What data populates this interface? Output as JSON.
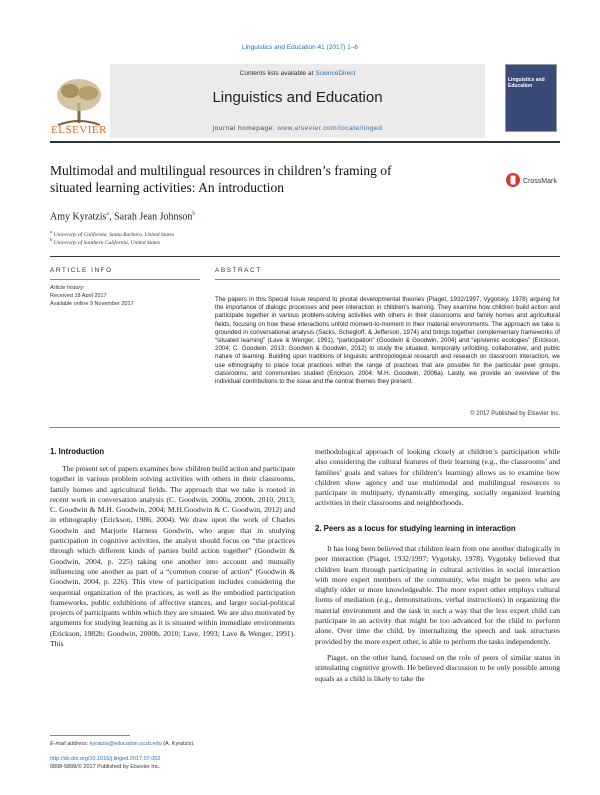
{
  "header": {
    "journal_citation": "Linguistics and Education 41 (2017) 1–6",
    "contents_prefix": "Contents lists available at",
    "contents_link": "ScienceDirect",
    "journal_title": "Linguistics and Education",
    "homepage_prefix": "journal homepage:",
    "homepage_url": "www.elsevier.com/locate/linged",
    "publisher_logo": "ELSEVIER",
    "cover_title": "Linguistics and Education",
    "crossmark_label": "CrossMark"
  },
  "article": {
    "title_line1": "Multimodal and multilingual resources in children’s framing of",
    "title_line2": "situated learning activities: An introduction",
    "authors": [
      {
        "name": "Amy Kyratzis",
        "mark": "a"
      },
      {
        "name": "Sarah Jean Johnson",
        "mark": "b"
      }
    ],
    "affiliations": [
      {
        "mark": "a",
        "text": "University of California, Santa Barbara, United States"
      },
      {
        "mark": "b",
        "text": "University of Southern California, United States"
      }
    ]
  },
  "article_info": {
    "heading": "ARTICLE INFO",
    "history_label": "Article history:",
    "received": "Received 18 April 2017",
    "available": "Available online 9 November 2017"
  },
  "abstract": {
    "heading": "ABSTRACT",
    "text": "The papers in this Special Issue respond to pivotal developmental theories (Piaget, 1932/1997; Vygotsky, 1978) arguing for the importance of dialogic processes and peer interaction in children’s learning. They examine how children build action and participate together in various problem-solving activities with others in their classrooms and family homes and agricultural fields, focusing on how these interactions unfold moment-to-moment in their material environments. The approach we take is grounded in conversational analysis (Sacks, Schegloff, & Jefferson, 1974) and brings together complementary frameworks of “situated learning” (Lave & Wenger, 1991), “participation” (Goodwin & Goodwin, 2004) and “epistemic ecologies” (Erickson, 2004; C. Goodwin, 2013; Goodwin & Goodwin, 2012) to study the situated, temporally unfolding, collaborative, and public nature of learning. Building upon traditions of linguistic anthropological research and research on classroom interaction, we use ethnography to place local practices within the range of practices that are possible for the particular peer groups, classrooms, and communities studied (Erickson, 2004; M.H. Goodwin, 2006a). Lastly, we provide an overview of the individual contributions to the issue and the central themes they present.",
    "copyright": "© 2017 Published by Elsevier Inc."
  },
  "body": {
    "sec1_heading": "1.  Introduction",
    "col1_p1": "The present set of papers examines how children build action and participate together in various problem solving activities with others in their classrooms, family homes and agricultural fields. The approach that we take is rooted in recent work in conversation analysis (C. Goodwin, 2000a, 2000b, 2010, 2013; C. Goodwin & M.H. Goodwin, 2004; M.H.Goodwin & C. Goodwin, 2012) and in ethnography (Erickson, 1986, 2004). We draw upon the work of Charles Goodwin and Marjorie Harness Goodwin, who argue that in studying participation in cognitive activities, the analyst should focus on “the practices through which different kinds of parties build action together” (Goodwin & Goodwin, 2004, p. 225) taking one another into account and mutually influencing one another as part of a “common course of action” (Goodwin & Goodwin, 2004, p. 226). This view of participation includes considering the sequential organization of the practices, as well as the embodied participation frameworks, public exhibitions of affective stances, and larger social-political projects of participants within which they are situated. We are also motivated by arguments for studying learning as it is situated within immediate environments (Erickson, 1982b; Goodwin, 2000b, 2010; Lave, 1993; Lave & Wenger, 1991). This",
    "col2_p1": "methodological approach of looking closely at children’s participation while also considering the cultural features of their learning (e.g., the classrooms’ and families’ goals and values for children’s learning) allows us to examine how children show agency and use multimodal and multilingual resources to participate in multiparty, dynamically emerging, socially organized learning activities in their classrooms and neighborhoods.",
    "sec2_heading": "2.  Peers as a locus for studying learning in interaction",
    "col2_p2": "It has long been believed that children learn from one another dialogically in peer interaction (Piaget, 1932/1997; Vygotsky, 1978). Vygotsky believed that children learn through participating in cultural activities in social interaction with more expert members of the community, who might be peers who are slightly older or more knowledgeable. The more expert other employs cultural forms of mediation (e.g., demonstrations, verbal instructions) in organizing the material environment and the task in such a way that the less expert child can participate in an activity that might be too advanced for the child to perform alone. Over time the child, by internalizing the speech and task structures provided by the more expert other, is able to perform the tasks independently.",
    "col2_p3": "Piaget, on the other hand, focused on the role of peers of similar status in stimulating cognitive growth. He believed discussion to be only possible among equals as a child is likely to take the"
  },
  "footnotes": {
    "email_label": "E-mail address:",
    "email": "kyratzis@education.ucsb.edu",
    "email_who": "(A. Kyratzis).",
    "doi": "http://dx.doi.org/10.1016/j.linged.2017.07.002",
    "issn": "0898-5898/© 2017 Published by Elsevier Inc."
  },
  "colors": {
    "link": "#2a6fb0",
    "elsevier_orange": "#e06a10",
    "header_bg": "#eceaea"
  }
}
